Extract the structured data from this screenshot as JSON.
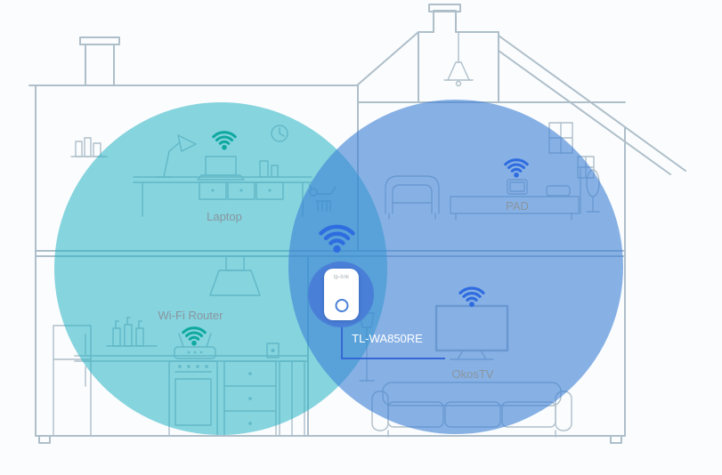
{
  "diagram": {
    "devices": {
      "laptop": {
        "label": "Laptop"
      },
      "pad": {
        "label": "PAD"
      },
      "router": {
        "label": "Wi-Fi Router"
      },
      "extender": {
        "label": "TL-WA850RE",
        "logo": "tp-link"
      },
      "tv": {
        "label": "OkosTV"
      }
    },
    "icons": {
      "wifi": "wifi-signal-icon"
    }
  },
  "colors": {
    "canvas_bg": "#fbfcfd",
    "left_circle": "rgba(36,178,197,0.55)",
    "right_circle": "rgba(59,127,213,0.6)",
    "wifi_teal": "#0fa9a0",
    "wifi_blue": "#2f6ce0",
    "extender_circle": "#4a7fd8",
    "label_gray": "#8a959e",
    "connection_line": "#3568d4",
    "line_art": "#aebfca"
  }
}
